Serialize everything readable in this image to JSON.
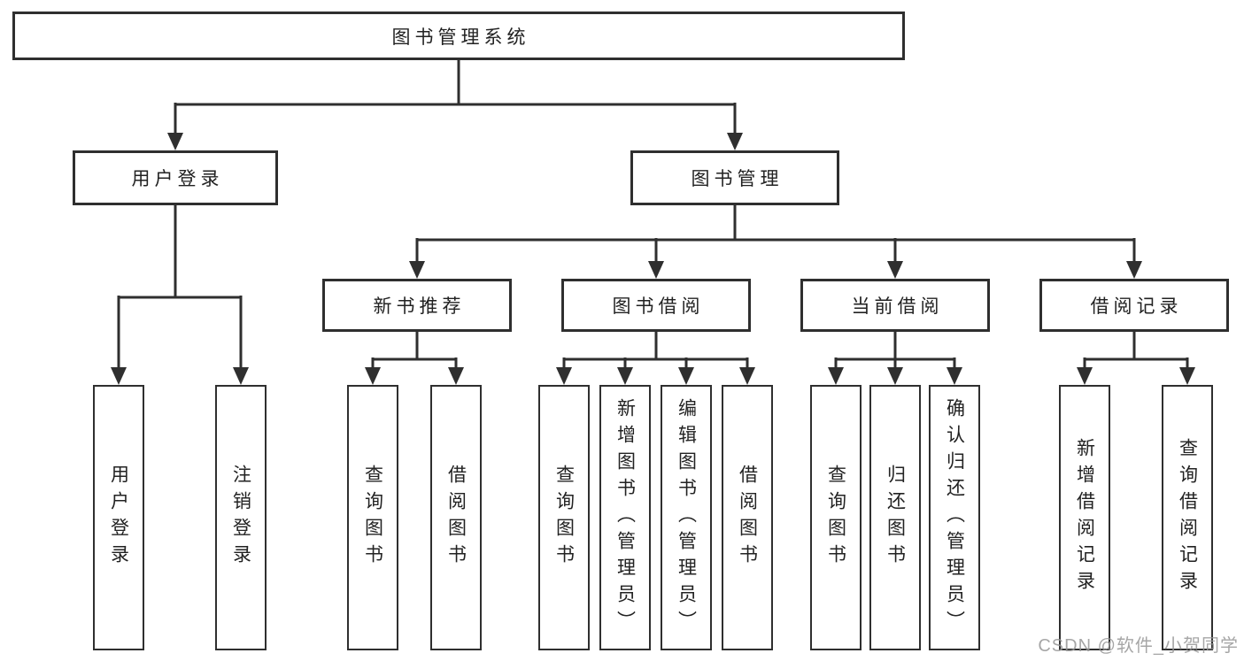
{
  "tree": {
    "label": "图书管理系统",
    "children": [
      {
        "label": "用户登录",
        "children": [
          {
            "label": "用户登录"
          },
          {
            "label": "注销登录"
          }
        ]
      },
      {
        "label": "图书管理",
        "children": [
          {
            "label": "新书推荐",
            "children": [
              {
                "label": "查询图书"
              },
              {
                "label": "借阅图书"
              }
            ]
          },
          {
            "label": "图书借阅",
            "children": [
              {
                "label": "查询图书"
              },
              {
                "label": "新增图书（管理员）"
              },
              {
                "label": "编辑图书（管理员）"
              },
              {
                "label": "借阅图书"
              }
            ]
          },
          {
            "label": "当前借阅",
            "children": [
              {
                "label": "查询图书"
              },
              {
                "label": "归还图书"
              },
              {
                "label": "确认归还（管理员）"
              }
            ]
          },
          {
            "label": "借阅记录",
            "children": [
              {
                "label": "新增借阅记录"
              },
              {
                "label": "查询借阅记录"
              }
            ]
          }
        ]
      }
    ]
  },
  "watermark": "CSDN @软件_小贺同学",
  "colors": {
    "line": "#2f2f2f",
    "text": "#222222",
    "background": "#ffffff",
    "watermark": "#969696"
  }
}
